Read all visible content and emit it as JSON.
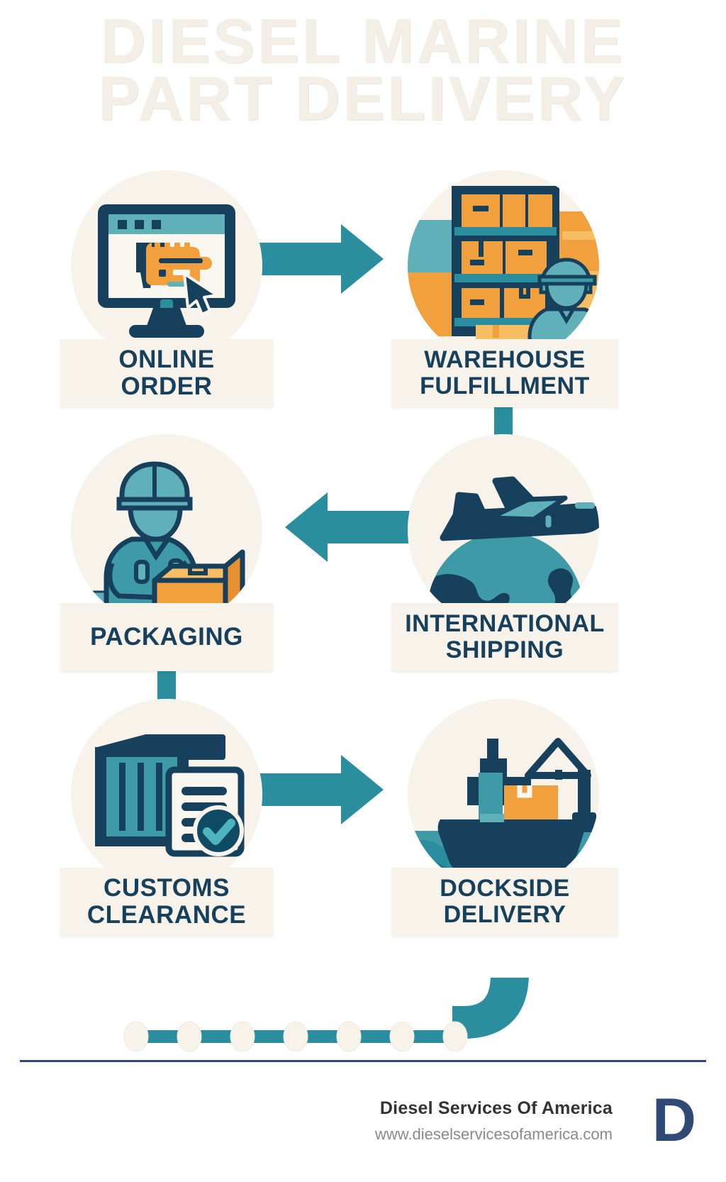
{
  "title": {
    "line1": "DIESEL MARINE",
    "line2": "PART DELIVERY"
  },
  "colors": {
    "navy": "#17405C",
    "navy_dark": "#123A52",
    "teal": "#2A8E9E",
    "teal_light": "#5FB0B8",
    "teal_mid": "#3E9AA6",
    "orange": "#F2A03D",
    "orange_light": "#F8BC63",
    "cream": "#F7F3EA",
    "cream_light": "#FAF7F0",
    "title_ghost": "#F3EFE6",
    "footer_navy": "#2E4A75",
    "footer_text": "#333333",
    "footer_url": "#8A8A8A",
    "background": "#FFFFFF"
  },
  "steps": [
    {
      "index": 1,
      "label": "ONLINE\nORDER",
      "icon": "online-order-monitor-icon",
      "column": "left",
      "row": 1
    },
    {
      "index": 2,
      "label": "WAREHOUSE\nFULFILLMENT",
      "icon": "warehouse-shelves-worker-icon",
      "column": "right",
      "row": 1
    },
    {
      "index": 3,
      "label": "PACKAGING",
      "icon": "worker-packing-box-icon",
      "column": "left",
      "row": 2
    },
    {
      "index": 4,
      "label": "INTERNATIONAL\nSHIPPING",
      "icon": "airplane-globe-icon",
      "column": "right",
      "row": 2
    },
    {
      "index": 5,
      "label": "CUSTOMS\nCLEARANCE",
      "icon": "container-document-check-icon",
      "column": "left",
      "row": 3
    },
    {
      "index": 6,
      "label": "DOCKSIDE\nDELIVERY",
      "icon": "cargo-ship-crane-icon",
      "column": "right",
      "row": 3
    }
  ],
  "connectors": [
    {
      "name": "arrow-online-to-warehouse",
      "direction": "right"
    },
    {
      "name": "connector-warehouse-to-shipping",
      "direction": "down"
    },
    {
      "name": "arrow-shipping-to-packaging",
      "direction": "left"
    },
    {
      "name": "connector-packaging-to-customs",
      "direction": "down"
    },
    {
      "name": "arrow-customs-to-dockside",
      "direction": "right"
    },
    {
      "name": "connector-dockside-to-timeline",
      "direction": "curve"
    }
  ],
  "timeline": {
    "dot_count": 7
  },
  "footer": {
    "company": "Diesel Services Of America",
    "url": "www.dieselservicesofamerica.com",
    "logo": "D"
  }
}
